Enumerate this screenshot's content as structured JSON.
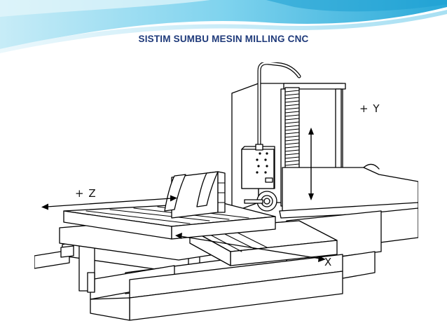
{
  "slide": {
    "title": "SISTIM SUMBU MESIN MILLING CNC",
    "accent_colors": {
      "title": "#1f3a7a",
      "wave_light": "#bfe6f5",
      "wave_mid": "#58c4e6",
      "wave_dark": "#1b9fd1"
    }
  },
  "diagram": {
    "labels": {
      "y_axis": "+ Y",
      "z_axis": "+ Z",
      "x_axis": "X"
    }
  }
}
